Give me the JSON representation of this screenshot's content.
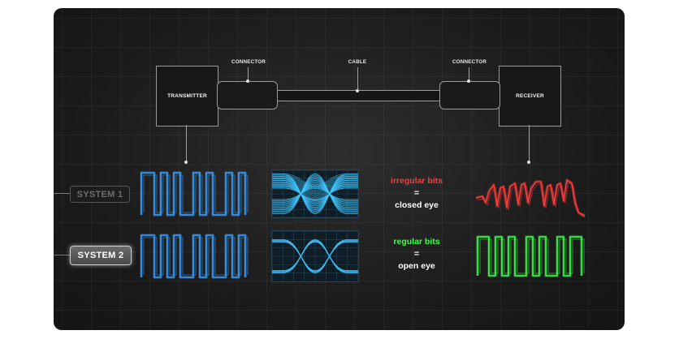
{
  "diagram": {
    "blocks": {
      "transmitter": "TRANSMITTER",
      "receiver": "RECEIVER"
    },
    "callouts": {
      "connector_left": "CONNECTOR",
      "cable": "CABLE",
      "connector_right": "CONNECTOR"
    },
    "systems": [
      {
        "label": "SYSTEM 1",
        "result_line1": "irregular bits",
        "result_line2": "=",
        "result_line3": "closed eye",
        "color": "#ff3b3b",
        "eye": "closed"
      },
      {
        "label": "SYSTEM 2",
        "result_line1": "regular bits",
        "result_line2": "=",
        "result_line3": "open eye",
        "color": "#3dff4a",
        "eye": "open"
      }
    ],
    "colors": {
      "transmitted_signal": "#3aa0ff",
      "eye_trace": "#3fc6ff",
      "irregular_received": "#ff3b3b",
      "regular_received": "#3dff4a"
    }
  }
}
